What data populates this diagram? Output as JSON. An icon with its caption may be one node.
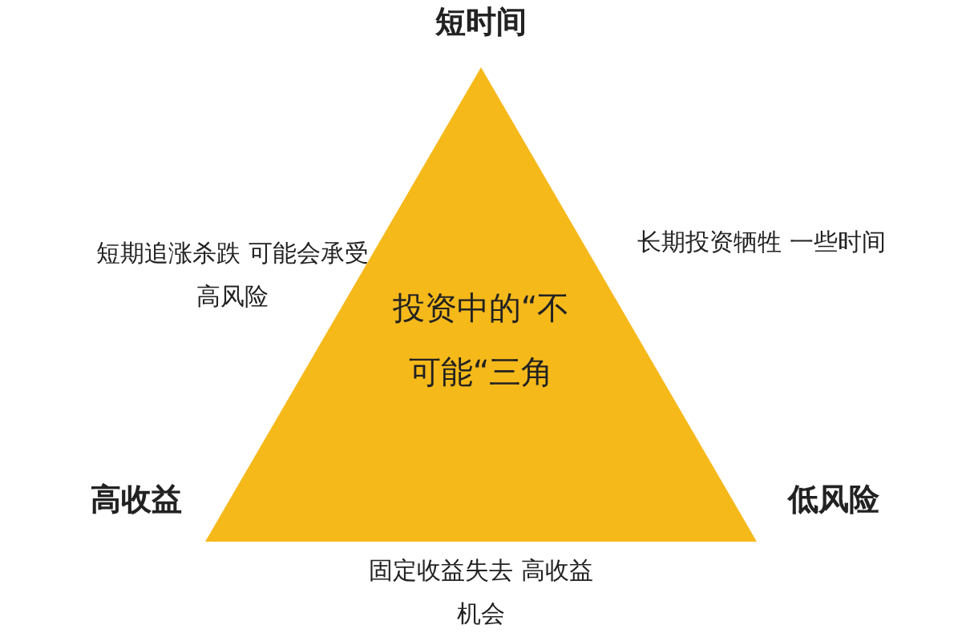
{
  "diagram": {
    "nodes": [
      {
        "text": [
          "投资中的“不可能“三角"
        ]
      }
    ],
    "labels": [
      "短时间",
      "短期追涨杀跌 可能会承受高风险",
      "长期投资牺牲 一些时间",
      "高收益",
      "低风险",
      "固定收益失去 高收益机会"
    ]
  }
}
